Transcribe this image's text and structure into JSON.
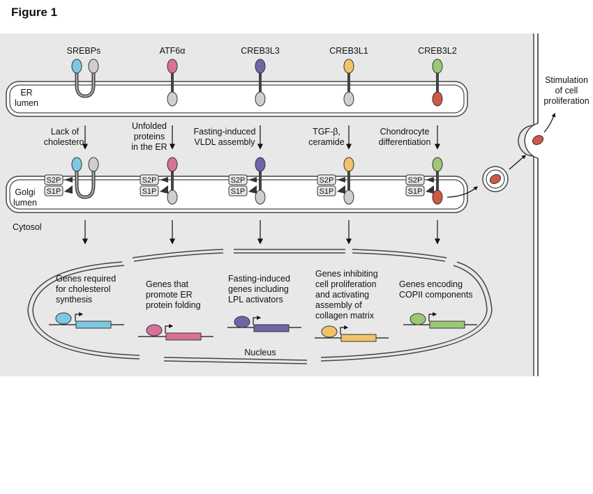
{
  "figure_title": "Figure 1",
  "proteins": [
    {
      "name": "SREBPs",
      "color": "#7ec8e3",
      "stimulus": [
        "Lack of",
        "cholesterol"
      ],
      "genes": [
        "Genes required",
        "for cholesterol",
        "synthesis"
      ]
    },
    {
      "name": "ATF6α",
      "color": "#d9709a",
      "stimulus": [
        "Unfolded",
        "proteins",
        "in the ER"
      ],
      "genes": [
        "Genes that",
        "promote ER",
        "protein folding"
      ]
    },
    {
      "name": "CREB3L3",
      "color": "#6f66a8",
      "stimulus": [
        "Fasting-induced",
        "VLDL assembly"
      ],
      "genes": [
        "Fasting-induced",
        "genes including",
        "LPL activators"
      ]
    },
    {
      "name": "CREB3L1",
      "color": "#f2c26a",
      "stimulus": [
        "TGF-β,",
        "ceramide"
      ],
      "genes": [
        "Genes inhibiting",
        "cell proliferation",
        "and activating",
        "assembly of",
        "collagen matrix"
      ]
    },
    {
      "name": "CREB3L2",
      "color": "#9cc873",
      "stimulus": [
        "Chondrocyte",
        "differentiation"
      ],
      "genes": [
        "Genes encoding",
        "COPII components"
      ]
    }
  ],
  "compartments": {
    "er": [
      "ER",
      "lumen"
    ],
    "golgi": [
      "Golgi",
      "lumen"
    ],
    "cytosol": "Cytosol",
    "nucleus": "Nucleus"
  },
  "proteases": {
    "s2p": "S2P",
    "s1p": "S1P"
  },
  "outcome": [
    "Stimulation",
    "of cell",
    "proliferation"
  ],
  "colors": {
    "gray_domain": "#cfcfcf",
    "secreted_domain": "#cc5a45",
    "membrane": "#444444"
  }
}
